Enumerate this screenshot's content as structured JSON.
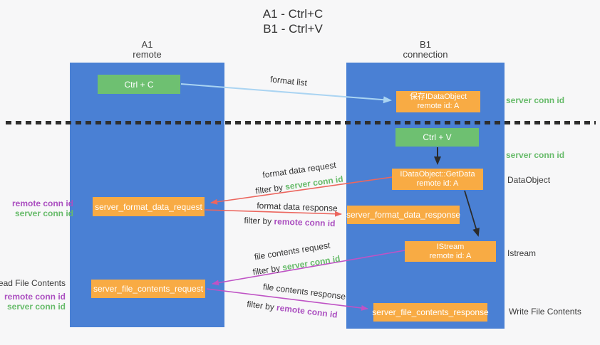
{
  "title": {
    "line1": "A1 - Ctrl+C",
    "line2": "B1 - Ctrl+V"
  },
  "lifelines": {
    "a1": {
      "name": "A1",
      "role": "remote"
    },
    "b1": {
      "name": "B1",
      "role": "connection"
    }
  },
  "nodes": {
    "ctrl_c": {
      "label": "Ctrl + C"
    },
    "ctrl_v": {
      "label": "Ctrl + V"
    },
    "save_dataobject": {
      "line1": "保存IDataObject",
      "line2": "remote id: A"
    },
    "getdata": {
      "line1": "IDataObject::GetData",
      "line2": "remote id: A"
    },
    "istream": {
      "line1": "IStream",
      "line2": "remote id: A"
    },
    "server_format_data_request": {
      "label": "server_format_data_request"
    },
    "server_format_data_response": {
      "label": "server_format_data_response"
    },
    "server_file_contents_request": {
      "label": "server_file_contents_request"
    },
    "server_file_contents_response": {
      "label": "server_file_contents_response"
    }
  },
  "flow_labels": {
    "format_list": "format list",
    "format_data_request": "format data request",
    "format_data_response": "format data response",
    "file_contents_request": "file contents request",
    "file_contents_response": "file contents response",
    "filter_by": "filter by ",
    "server_conn_id": "server conn id",
    "remote_conn_id": "remote conn id"
  },
  "left_annotations": {
    "format_remote": "remote conn id",
    "format_server": "server conn id",
    "read_file_title": "Read File Contents",
    "file_remote": "remote conn id",
    "file_server": "server conn id"
  },
  "right_annotations": {
    "server_conn_top": "server conn id",
    "server_conn_mid": "server conn id",
    "dataobject": "DataObject",
    "istream": "Istream",
    "write_file": "Write File Contents"
  },
  "colors": {
    "lifeline_blue": "#4a80d4",
    "box_green": "#6ec071",
    "box_orange": "#f8ab44",
    "arrow_light_blue": "#aad4f2",
    "arrow_red": "#ec665e",
    "arrow_magenta": "#bf53c5",
    "arrow_black": "#2b2b2b",
    "text_green": "#67bb6a",
    "text_purple": "#ab4fc0"
  }
}
